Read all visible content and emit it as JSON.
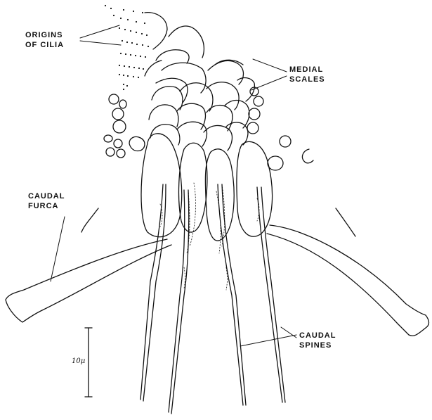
{
  "labels": {
    "origins_line1": "ORIGINS",
    "origins_line2": "OF CILIA",
    "medial_line1": "MEDIAL",
    "medial_line2": "SCALES",
    "caudal_furca_line1": "CAUDAL",
    "caudal_furca_line2": "FURCA",
    "caudal_spines_line1": "CAUDAL",
    "caudal_spines_line2": "SPINES"
  },
  "scale_bar": {
    "label": "10μ"
  }
}
